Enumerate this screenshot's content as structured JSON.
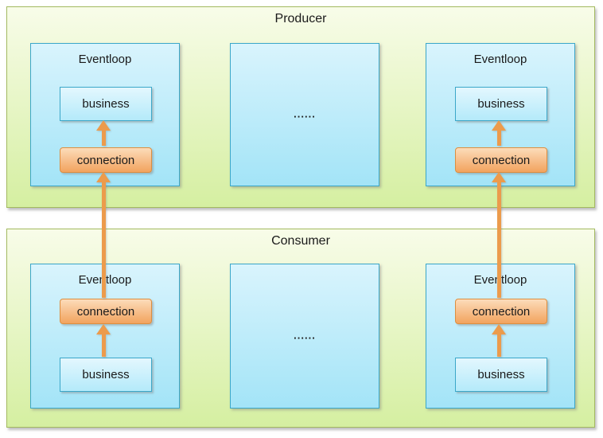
{
  "producer": {
    "title": "Producer",
    "left": {
      "title": "Eventloop",
      "business_label": "business",
      "connection_label": "connection"
    },
    "middle": {
      "label": "......"
    },
    "right": {
      "title": "Eventloop",
      "business_label": "business",
      "connection_label": "connection"
    }
  },
  "consumer": {
    "title": "Consumer",
    "left": {
      "title": "Eventloop",
      "connection_label": "connection",
      "business_label": "business"
    },
    "middle": {
      "label": "......"
    },
    "right": {
      "title": "Eventloop",
      "connection_label": "connection",
      "business_label": "business"
    }
  },
  "arrows": [
    {
      "from": "producer-left-connection",
      "to": "producer-left-business"
    },
    {
      "from": "producer-right-connection",
      "to": "producer-right-business"
    },
    {
      "from": "consumer-left-connection",
      "to": "producer-left-connection"
    },
    {
      "from": "consumer-right-connection",
      "to": "producer-right-connection"
    },
    {
      "from": "consumer-left-business",
      "to": "consumer-left-connection"
    },
    {
      "from": "consumer-right-business",
      "to": "consumer-right-connection"
    }
  ],
  "colors": {
    "section_border": "#a3ba60",
    "section_bg_top": "#f8fce9",
    "section_bg_bottom": "#d5efa1",
    "eventloop_border": "#3ba7c9",
    "eventloop_bg_top": "#d9f4fd",
    "eventloop_bg_bottom": "#a3e4f7",
    "business_bg_top": "#e3f7fe",
    "business_bg_bottom": "#b4eafa",
    "connection_border": "#dd8e3f",
    "connection_bg_top": "#fcdcba",
    "connection_bg_bottom": "#f2a35e",
    "arrow": "#ec9b4c",
    "text": "#1a1a1a"
  }
}
